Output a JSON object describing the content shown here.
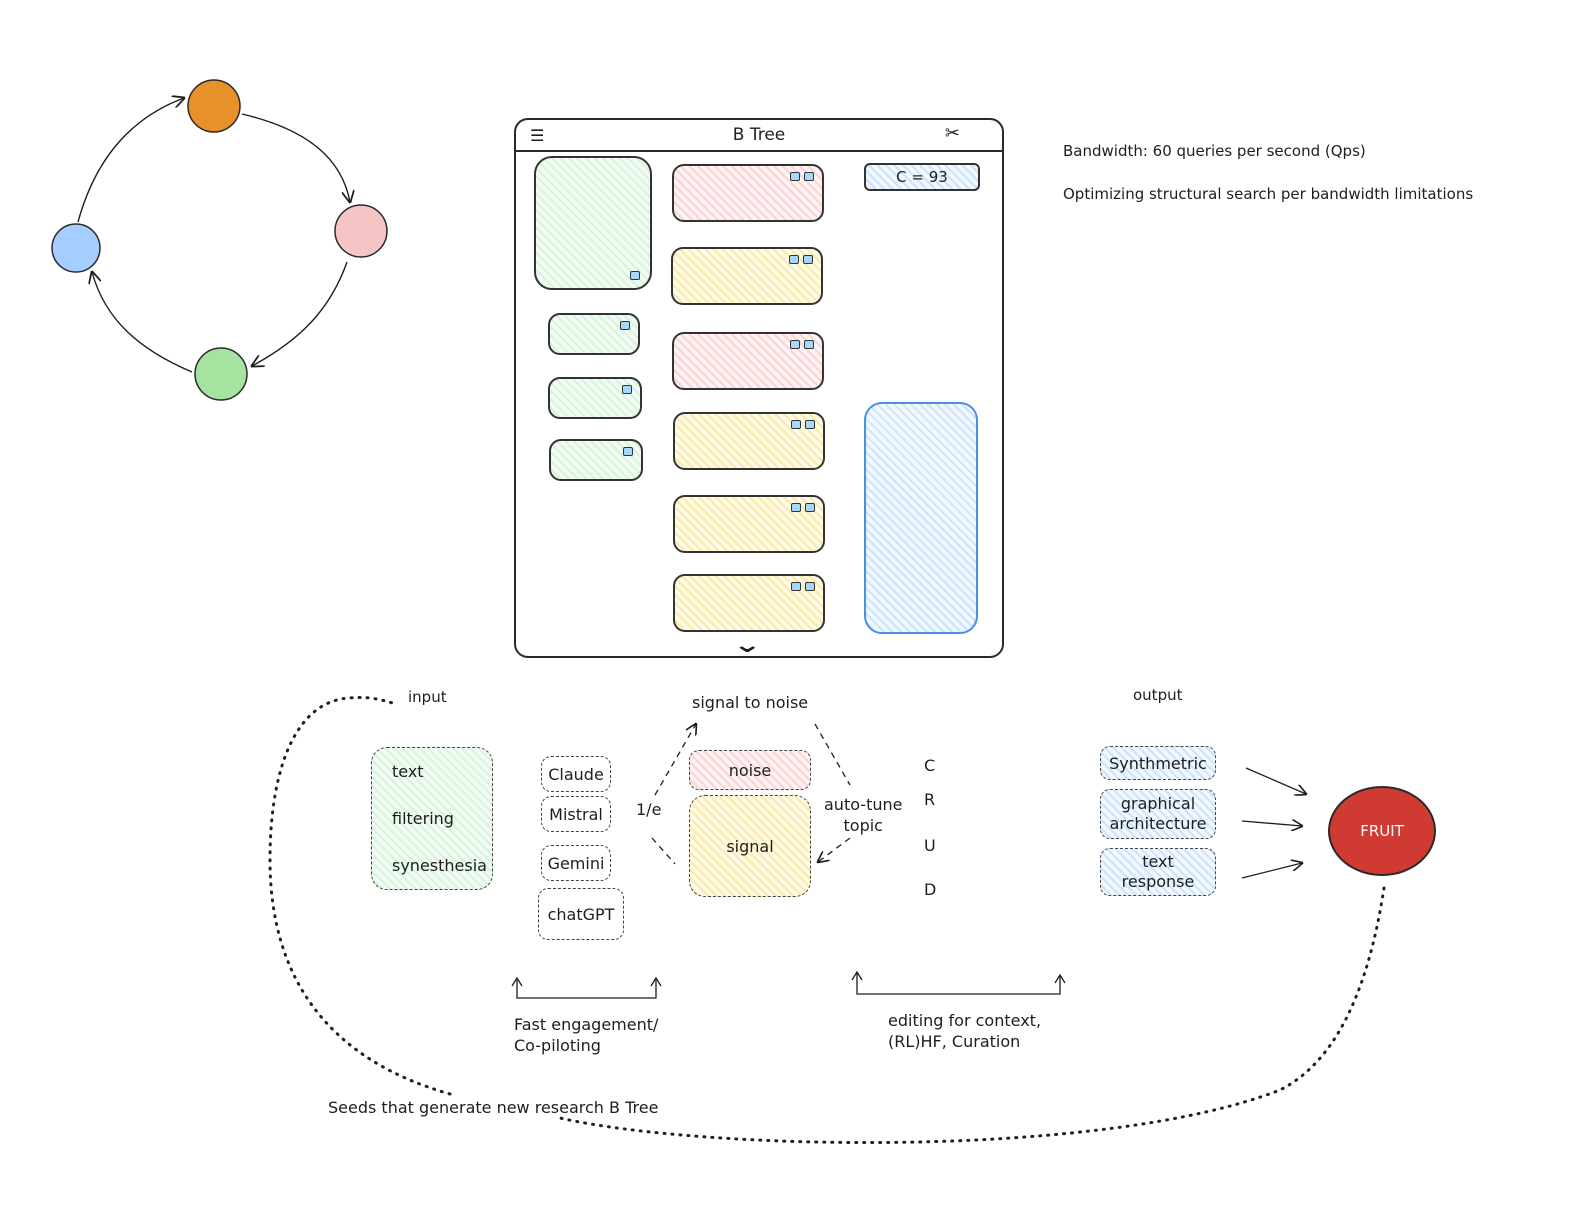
{
  "cycle": {
    "nodes": [
      {
        "name": "orange",
        "color": "#e8902a"
      },
      {
        "name": "red",
        "color": "#f5c5c5"
      },
      {
        "name": "green",
        "color": "#a6e3a1"
      },
      {
        "name": "blue",
        "color": "#a5cdff"
      }
    ]
  },
  "window": {
    "title": "B Tree",
    "menu_icon": "hamburger-icon",
    "right_icon": "scissors-icon",
    "bottom_icon": "chevron-down-icon",
    "counter": "C = 93"
  },
  "notes": {
    "bandwidth": "Bandwidth: 60 queries per second (Qps)",
    "optimizing": "Optimizing structural search per bandwidth limitations"
  },
  "pipeline": {
    "input_label": "input",
    "output_label": "output",
    "input_items": [
      "text",
      "filtering",
      "synesthesia"
    ],
    "models": [
      "Claude",
      "Mistral",
      "Gemini",
      "chatGPT"
    ],
    "inverse_e": "1/e",
    "signal_to_noise": "signal to noise",
    "noise": "noise",
    "signal": "signal",
    "auto_tune": "auto-tune\ntopic",
    "crud": [
      "C",
      "R",
      "U",
      "D"
    ],
    "outputs": [
      "Synthmetric",
      "graphical\narchitecture",
      "text\nresponse"
    ],
    "fruit": "FRUIT",
    "fast_engagement": "Fast engagement/\nCo-piloting",
    "editing": "editing for context,\n(RL)HF, Curation",
    "seeds": "Seeds that generate new research B Tree"
  },
  "colors": {
    "fruit": "#cf3b32",
    "line": "#1e1e1e"
  }
}
